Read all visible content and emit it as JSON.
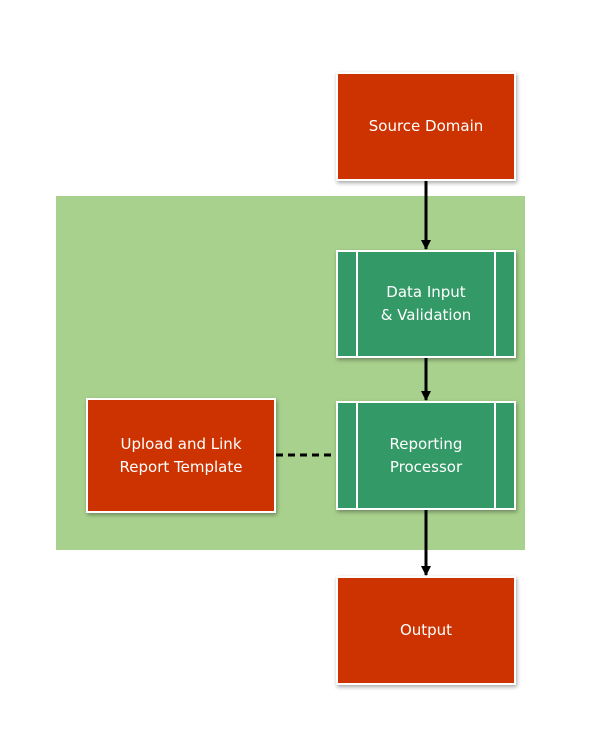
{
  "nodes": {
    "source_domain": {
      "label": "Source Domain"
    },
    "data_input": {
      "label": "Data Input\n& Validation"
    },
    "reporting_processor": {
      "label": "Reporting\nProcessor"
    },
    "upload_template": {
      "label": "Upload and Link\nReport Template"
    },
    "output": {
      "label": "Output"
    }
  },
  "colors": {
    "container_fill": "#a9d18e",
    "external_node_fill": "#cc3300",
    "process_node_fill": "#339966",
    "border": "#ffffff",
    "connector": "#000000"
  }
}
